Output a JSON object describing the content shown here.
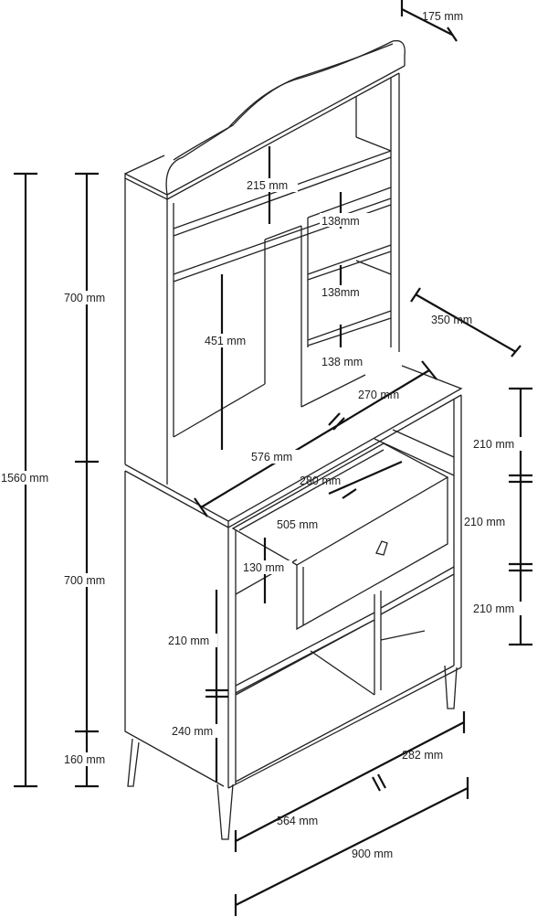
{
  "dimensions": {
    "hutch_depth_top": "175 mm",
    "top_shelf_height": "215 mm",
    "small_shelf_1": "138mm",
    "small_shelf_2": "138mm",
    "small_shelf_3": "138 mm",
    "hutch_height": "700 mm",
    "tall_compartment": "451 mm",
    "hutch_depth": "350 mm",
    "hutch_half_width": "270 mm",
    "total_height": "1560 mm",
    "hutch_width": "576 mm",
    "drawer_depth": "280 mm",
    "drawer_width": "505 mm",
    "right_compartment_1": "210 mm",
    "right_compartment_2": "210 mm",
    "right_compartment_3": "210 mm",
    "drawer_height": "130 mm",
    "base_height": "700 mm",
    "left_compartment": "210 mm",
    "bottom_compartment": "240 mm",
    "leg_height": "160 mm",
    "right_section_width": "282 mm",
    "left_section_width": "564 mm",
    "total_width": "900 mm"
  }
}
